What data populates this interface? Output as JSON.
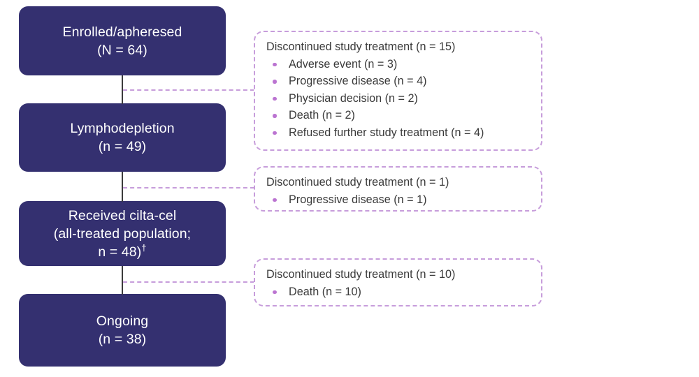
{
  "figure": {
    "type": "consort-patient-disposition-flow",
    "colors": {
      "box_fill": "#343070",
      "box_text": "#ffffff",
      "dashed_border": "#c79ddb",
      "bullet": "#bb74d1",
      "callout_text": "#3a3a3a",
      "connector_line": "#3b3b3b",
      "background": "#ffffff"
    }
  },
  "flow_boxes": [
    {
      "name": "enrolled-apheresed",
      "line1": "Enrolled/apheresed",
      "line2": "(N = 64)",
      "count": 64,
      "count_label": "N"
    },
    {
      "name": "lymphodepletion",
      "line1": "Lymphodepletion",
      "line2": "(n = 49)",
      "count": 49,
      "count_label": "n"
    },
    {
      "name": "received-cilta-cel",
      "line1": "Received cilta-cel",
      "line2": "(all-treated population;",
      "line3": "n = 48)",
      "footnote_marker": "†",
      "count": 48,
      "count_label": "n"
    },
    {
      "name": "ongoing",
      "line1": "Ongoing",
      "line2": "(n = 38)",
      "count": 38,
      "count_label": "n"
    }
  ],
  "callouts": [
    {
      "name": "discontinued-after-apheresis",
      "title": "Discontinued study treatment (n = 15)",
      "total": 15,
      "reasons": [
        {
          "label": "Adverse event (n = 3)",
          "reason": "Adverse event",
          "n": 3
        },
        {
          "label": "Progressive disease (n = 4)",
          "reason": "Progressive disease",
          "n": 4
        },
        {
          "label": "Physician decision (n = 2)",
          "reason": "Physician decision",
          "n": 2
        },
        {
          "label": "Death (n = 2)",
          "reason": "Death",
          "n": 2
        },
        {
          "label": "Refused further study treatment (n = 4)",
          "reason": "Refused further study treatment",
          "n": 4
        }
      ]
    },
    {
      "name": "discontinued-after-lymphodepletion",
      "title": "Discontinued study treatment (n = 1)",
      "total": 1,
      "reasons": [
        {
          "label": "Progressive disease (n = 1)",
          "reason": "Progressive disease",
          "n": 1
        }
      ]
    },
    {
      "name": "discontinued-after-infusion",
      "title": "Discontinued study treatment (n = 10)",
      "total": 10,
      "reasons": [
        {
          "label": "Death (n = 10)",
          "reason": "Death",
          "n": 10
        }
      ]
    }
  ]
}
